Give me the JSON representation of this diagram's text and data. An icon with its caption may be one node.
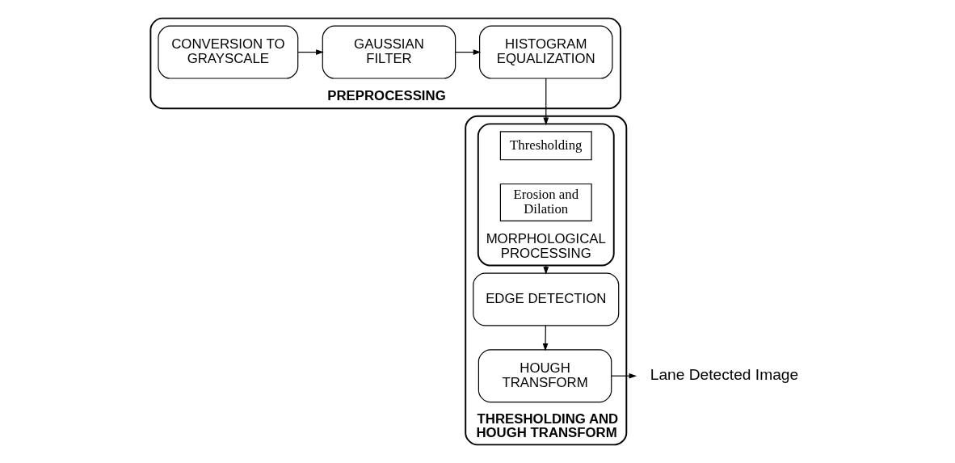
{
  "diagram": {
    "nodes": [
      {
        "text": [
          "PREPROCESSING"
        ]
      },
      {
        "text": [
          "CONVERSION TO GRAYSCALE"
        ],
        "in": 0
      },
      {
        "text": [
          "GAUSSIAN FILTER"
        ],
        "in": 0
      },
      {
        "text": [
          "HISTOGRAM EQUALIZATION"
        ],
        "in": 0
      },
      {
        "text": [
          "THRESHOLDING AND HOUGH TRANSFORM"
        ]
      },
      {
        "text": [
          "MORPHOLOGICAL PROCESSING"
        ],
        "in": 4
      },
      {
        "text": [
          "Thresholding"
        ],
        "in": 5
      },
      {
        "text": [
          "Erosion and Dilation"
        ],
        "in": 5
      },
      {
        "text": [
          "EDGE DETECTION"
        ],
        "in": 4
      },
      {
        "text": [
          "HOUGH TRANSFORM"
        ],
        "in": 4
      },
      {
        "text": [
          "Lane Detected Image"
        ]
      }
    ],
    "edges": [
      {
        "from": 1,
        "to": 2,
        "arrow": "to"
      },
      {
        "from": 2,
        "to": 3,
        "arrow": "to"
      },
      {
        "from": 3,
        "to": 5,
        "arrow": "to"
      },
      {
        "from": 5,
        "to": 8,
        "arrow": "to"
      },
      {
        "from": 8,
        "to": 9,
        "arrow": "to"
      },
      {
        "from": 9,
        "to": 10,
        "arrow": "to"
      }
    ]
  }
}
